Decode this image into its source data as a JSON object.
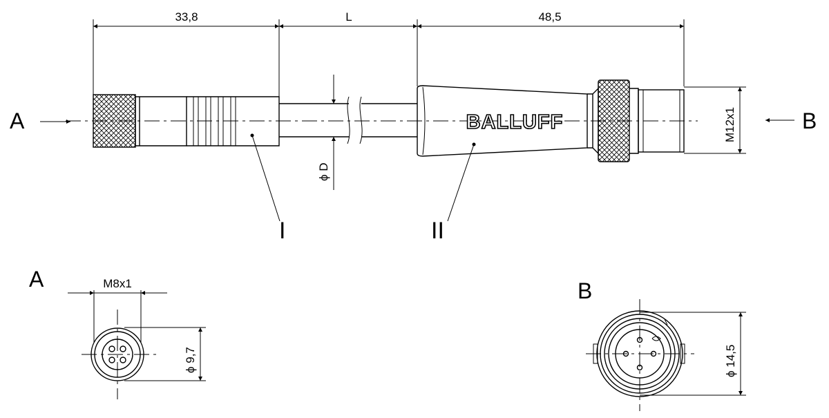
{
  "dimensions": {
    "left_length": "33,8",
    "cable_length": "L",
    "right_length": "48,5",
    "cable_diameter": "ϕ D",
    "thread_male": "M12x1",
    "thread_female": "M8x1",
    "diameter_a": "ϕ 9,7",
    "diameter_b": "ϕ 14,5"
  },
  "labels": {
    "view_a": "A",
    "view_b": "B",
    "detail_a": "A",
    "detail_b": "B",
    "part_one": "I",
    "part_two": "II"
  },
  "brand": "BALLUFF"
}
